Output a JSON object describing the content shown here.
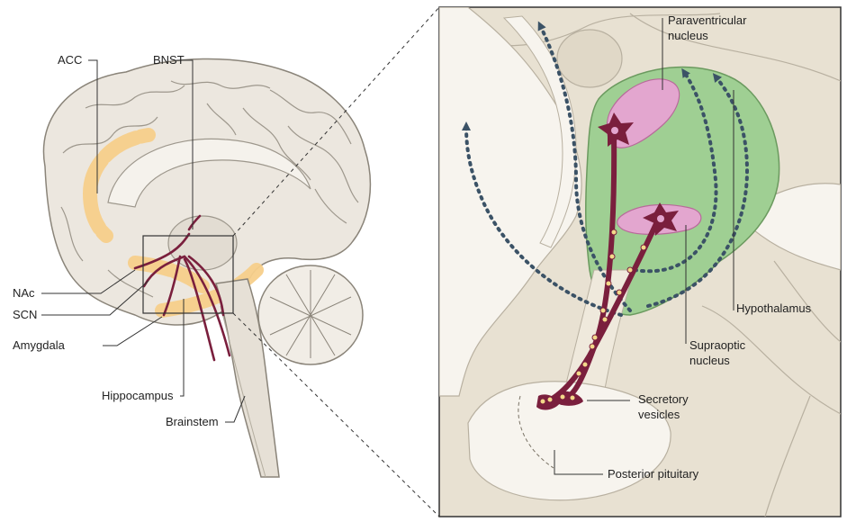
{
  "labels": {
    "acc": "ACC",
    "bnst": "BNST",
    "nac": "NAc",
    "scn": "SCN",
    "amygdala": "Amygdala",
    "hippocampus": "Hippocampus",
    "brainstem": "Brainstem",
    "paraventricular_line1": "Paraventricular",
    "paraventricular_line2": "nucleus",
    "hypothalamus": "Hypothalamus",
    "supraoptic_line1": "Supraoptic",
    "supraoptic_line2": "nucleus",
    "secretory_line1": "Secretory",
    "secretory_line2": "vesicles",
    "posterior_pituitary": "Posterior pituitary"
  },
  "colors": {
    "brain_fill": "#ece7df",
    "tissue_fill": "#e8e1d2",
    "hypothalamus_fill": "#9fcf93",
    "nucleus_fill": "#e3a6cf",
    "neuron": "#7a1f3d",
    "limbic_highlight": "#f7cf8a",
    "arrow": "#3b5266",
    "vesicle": "#f3d98a"
  }
}
